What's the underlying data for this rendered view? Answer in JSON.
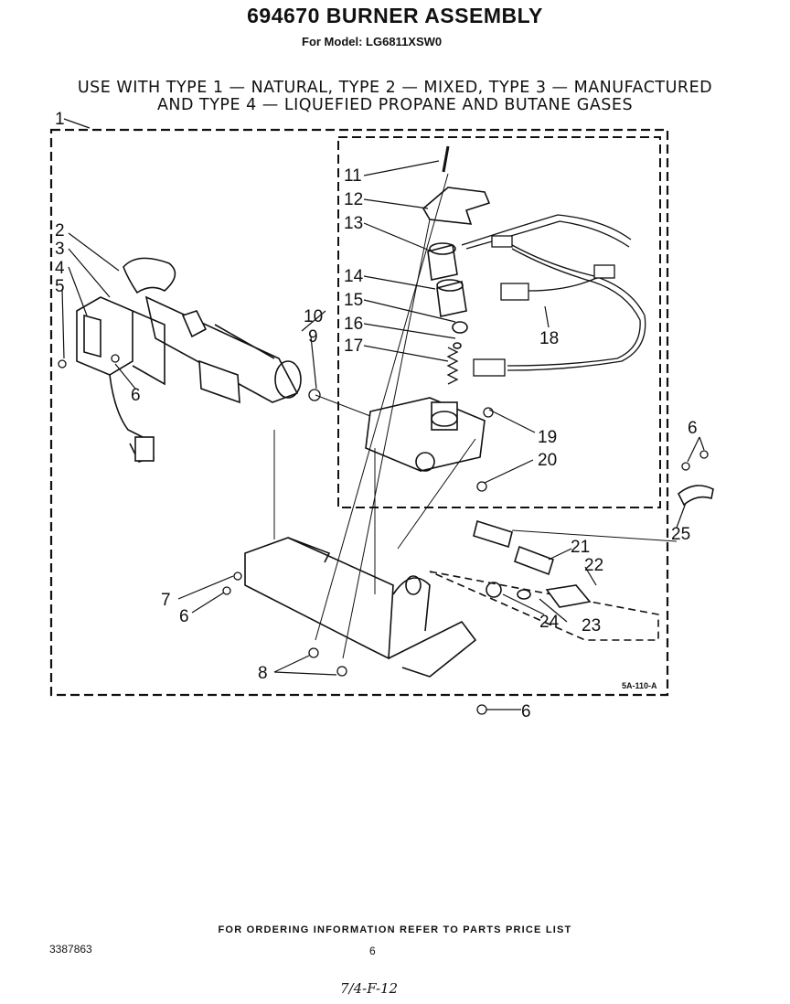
{
  "header": {
    "title": "694670 BURNER ASSEMBLY",
    "model": "For Model: LG6811XSW0",
    "usage_line1": "USE WITH TYPE 1 — NATURAL, TYPE 2 — MIXED, TYPE 3 — MANUFACTURED",
    "usage_line2": "AND TYPE 4 — LIQUEFIED PROPANE AND BUTANE GASES"
  },
  "diagram": {
    "part_labels": {
      "p1": "1",
      "p2": "2",
      "p3": "3",
      "p4": "4",
      "p5": "5",
      "p6a": "6",
      "p6b": "6",
      "p6c": "6",
      "p6d": "6",
      "p7": "7",
      "p8": "8",
      "p9": "9",
      "p10": "10",
      "p11": "11",
      "p12": "12",
      "p13": "13",
      "p14": "14",
      "p15": "15",
      "p16": "16",
      "p17": "17",
      "p18": "18",
      "p19": "19",
      "p20": "20",
      "p21": "21",
      "p22": "22",
      "p23": "23",
      "p24": "24",
      "p25": "25"
    },
    "drawing_code": "5A-110-A"
  },
  "footer": {
    "ordering_note": "FOR ORDERING INFORMATION REFER TO PARTS PRICE LIST",
    "doc_number": "3387863",
    "page_number": "6",
    "handwritten_note": "7/4-F-12"
  }
}
